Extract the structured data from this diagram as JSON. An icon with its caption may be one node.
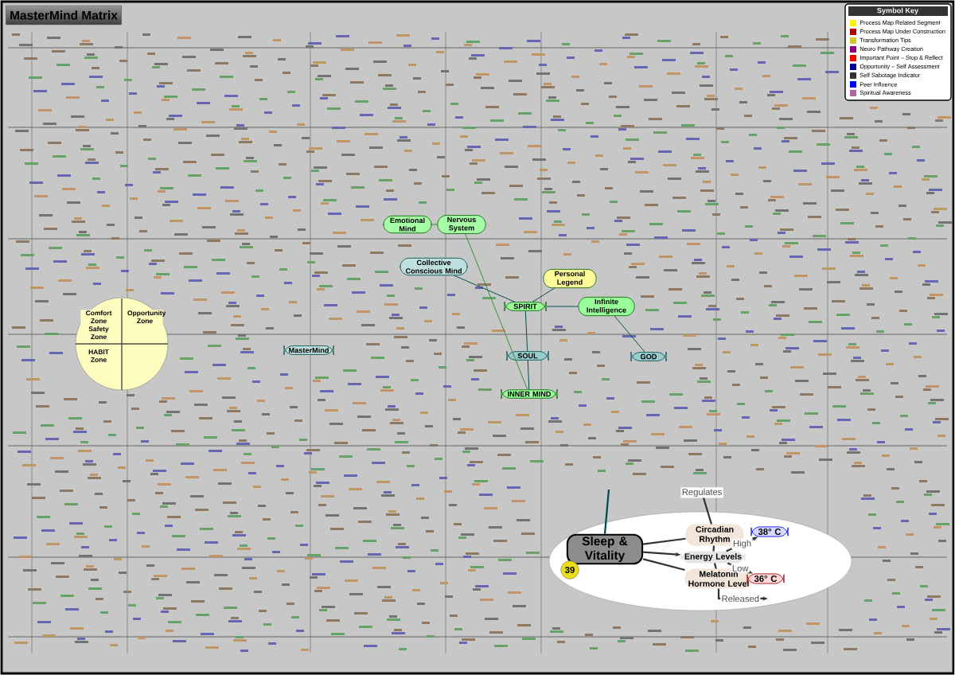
{
  "diagram": {
    "title": "MasterMind Matrix",
    "nodes": [
      {
        "text": [
          "Sleep & Vitality"
        ]
      },
      {
        "text": [
          "Circadian Rhythm"
        ]
      },
      {
        "text": [
          "Energy Levels"
        ]
      },
      {
        "text": [
          "Melatonin Hormone Level"
        ]
      },
      {
        "text": [
          "38° C"
        ]
      },
      {
        "text": [
          "36° C"
        ]
      },
      {
        "text": [
          "Emotional Mind"
        ]
      },
      {
        "text": [
          "Nervous System"
        ]
      },
      {
        "text": [
          "Collective Conscious Mind"
        ]
      },
      {
        "text": [
          "Personal Legend"
        ]
      },
      {
        "text": [
          "SPIRIT"
        ]
      },
      {
        "text": [
          "Infinite Intelligence"
        ]
      },
      {
        "text": [
          "MasterMind"
        ]
      },
      {
        "text": [
          "SOUL"
        ]
      },
      {
        "text": [
          "GOD"
        ]
      },
      {
        "text": [
          "INNER MIND"
        ]
      }
    ],
    "edges": [
      {
        "from": 0,
        "to": 2,
        "arrow": "to"
      },
      {
        "from": 0,
        "to": 1,
        "arrow": "none"
      },
      {
        "from": 0,
        "to": 3,
        "arrow": "none"
      },
      {
        "from": 1,
        "to": 2,
        "arrow": "none"
      },
      {
        "from": 2,
        "to": 3,
        "arrow": "none"
      },
      {
        "from": 2,
        "to": 4,
        "label": "High",
        "arrow": "to"
      },
      {
        "from": 2,
        "to": 5,
        "label": "Low",
        "arrow": "to"
      },
      {
        "from": null,
        "to": 0,
        "arrow": "none"
      },
      {
        "from": 1,
        "to": null,
        "label": "Regulates",
        "arrow": "none"
      },
      {
        "from": 3,
        "to": null,
        "label": "Released",
        "arrow": "to"
      },
      {
        "from": 6,
        "to": 7,
        "arrow": "none",
        "color": "#3a8a3a"
      },
      {
        "from": 8,
        "to": 10,
        "arrow": "none"
      },
      {
        "from": 10,
        "to": 9,
        "arrow": "none"
      },
      {
        "from": 10,
        "to": 11,
        "arrow": "none"
      },
      {
        "from": 10,
        "to": 13,
        "arrow": "none"
      },
      {
        "from": 13,
        "to": 15,
        "arrow": "none"
      },
      {
        "from": 11,
        "to": 14,
        "arrow": "none"
      },
      {
        "from": 7,
        "to": 15,
        "arrow": "none",
        "color": "#3a8a3a"
      }
    ],
    "labels": [
      "39",
      "Comfort Zone",
      "Opportunity Zone",
      "Safety Zone",
      "HABIT Zone",
      "Symbol Key"
    ],
    "legend": [
      {
        "text": "Process Map Related Segment"
      },
      {
        "text": "Process Map Under Construction"
      },
      {
        "text": "Transformation Tips"
      },
      {
        "text": "Neuro Pathway Creation"
      },
      {
        "text": "Important Point – Stop & Reflect"
      },
      {
        "text": "Opportunity – Self Assessment"
      },
      {
        "text": "Self Sabotage Indicator"
      },
      {
        "text": "Peer Influence"
      },
      {
        "text": "Spiritual Awareness"
      }
    ]
  }
}
